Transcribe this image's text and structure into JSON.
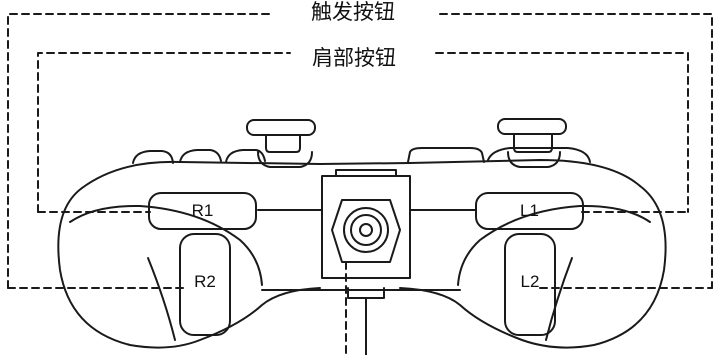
{
  "labels": {
    "trigger_group": "触发按钮",
    "shoulder_group": "肩部按钮"
  },
  "buttons": {
    "r1": "R1",
    "r2": "R2",
    "l1": "L1",
    "l2": "L2"
  },
  "colors": {
    "line": "#1a1a1a",
    "background": "#ffffff"
  }
}
